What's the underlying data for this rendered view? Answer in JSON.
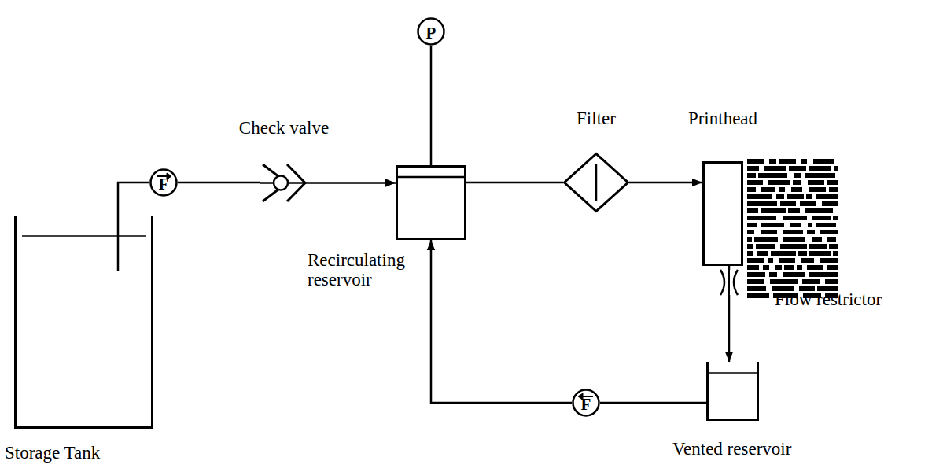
{
  "diagram": {
    "nodes": [
      {
        "text": [
          "Storage Tank"
        ]
      },
      {
        "text": [
          "F"
        ]
      },
      {
        "text": [
          "Check valve"
        ]
      },
      {
        "text": [
          "P"
        ]
      },
      {
        "text": [
          "Recirculating reservoir"
        ]
      },
      {
        "text": [
          "Filter"
        ]
      },
      {
        "text": [
          "Printhead"
        ]
      },
      {
        "text": [
          "Flow restrictor"
        ]
      },
      {
        "text": [
          "Vented reservoir"
        ]
      },
      {
        "text": [
          "F"
        ]
      }
    ],
    "edges": [
      {
        "from": 0,
        "to": 1,
        "arrow": "none"
      },
      {
        "from": 1,
        "to": 2,
        "arrow": "none"
      },
      {
        "from": 2,
        "to": 4,
        "arrow": "to"
      },
      {
        "from": 3,
        "to": 4,
        "arrow": "none"
      },
      {
        "from": 4,
        "to": 5,
        "arrow": "none"
      },
      {
        "from": 5,
        "to": 6,
        "arrow": "to"
      },
      {
        "from": 6,
        "to": 7,
        "arrow": "none"
      },
      {
        "from": 7,
        "to": 8,
        "arrow": "to"
      },
      {
        "from": 8,
        "to": 9,
        "arrow": "none"
      },
      {
        "from": 9,
        "to": 4,
        "arrow": "to"
      }
    ]
  }
}
